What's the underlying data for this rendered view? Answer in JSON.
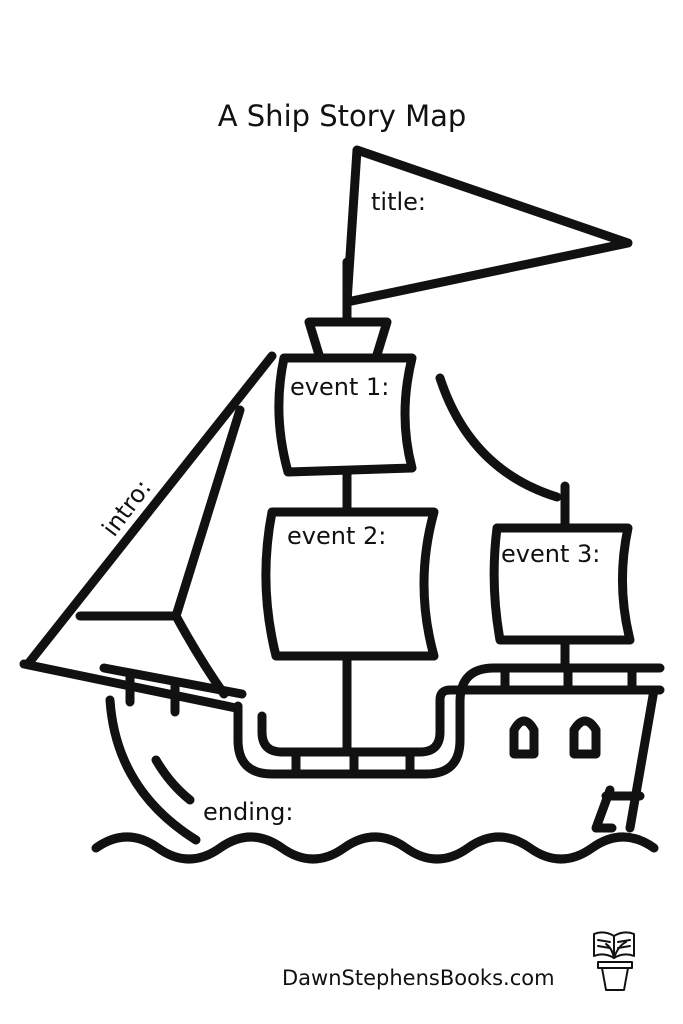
{
  "page": {
    "title": "A Ship Story Map"
  },
  "labels": {
    "title": "title:",
    "event_1": "event 1:",
    "event_2": "event 2:",
    "event_3": "event 3:",
    "intro": "intro:",
    "ending": "ending:"
  },
  "footer": {
    "website": "DawnStephensBooks.com",
    "logo_icon": "book-plant-pot-icon"
  },
  "colors": {
    "ink": "#111111",
    "background": "#ffffff"
  }
}
